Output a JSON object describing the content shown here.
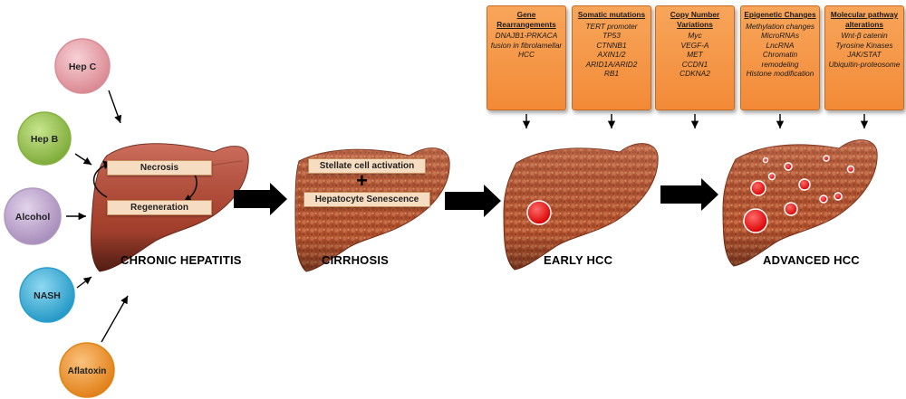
{
  "causes": [
    {
      "label": "Hep C",
      "color": "#e8a0a8"
    },
    {
      "label": "Hep B",
      "color": "#9ac94a"
    },
    {
      "label": "Alcohol",
      "color": "#c3a9d4"
    },
    {
      "label": "NASH",
      "color": "#38b6df"
    },
    {
      "label": "Aflatoxin",
      "color": "#f5962a"
    }
  ],
  "stages": {
    "chronic": {
      "label": "CHRONIC HEPATITIS",
      "necrosis": "Necrosis",
      "regeneration": "Regeneration"
    },
    "cirrhosis": {
      "label": "CIRRHOSIS",
      "stellate": "Stellate cell activation",
      "plus": "+",
      "senescence": "Hepatocyte Senescence"
    },
    "early": {
      "label": "EARLY HCC"
    },
    "advanced": {
      "label": "ADVANCED HCC"
    }
  },
  "boxes": [
    {
      "title": "Gene Rearrangements",
      "items": [
        "DNAJB1-PRKACA fusion in fibrolamellar HCC"
      ]
    },
    {
      "title": "Somatic mutations",
      "items": [
        "TERT promoter",
        "TP53",
        "CTNNB1",
        "AXIN1/2",
        "ARID1A/ARID2",
        "RB1"
      ]
    },
    {
      "title": "Copy Number Variations",
      "items": [
        "Myc",
        "VEGF-A",
        "MET",
        "CCDN1",
        "CDKNA2"
      ]
    },
    {
      "title": "Epigenetic Changes",
      "items": [
        "Methylation changes",
        "MicroRNAs",
        "LncRNA",
        "Chromatin remodeling",
        "Histone modification"
      ]
    },
    {
      "title": "Molecular pathway alterations",
      "items": [
        "Wnt-β catenin",
        "Tyrosine Kinases",
        "JAK/STAT",
        "Ubiquitin-proteosome"
      ]
    }
  ]
}
